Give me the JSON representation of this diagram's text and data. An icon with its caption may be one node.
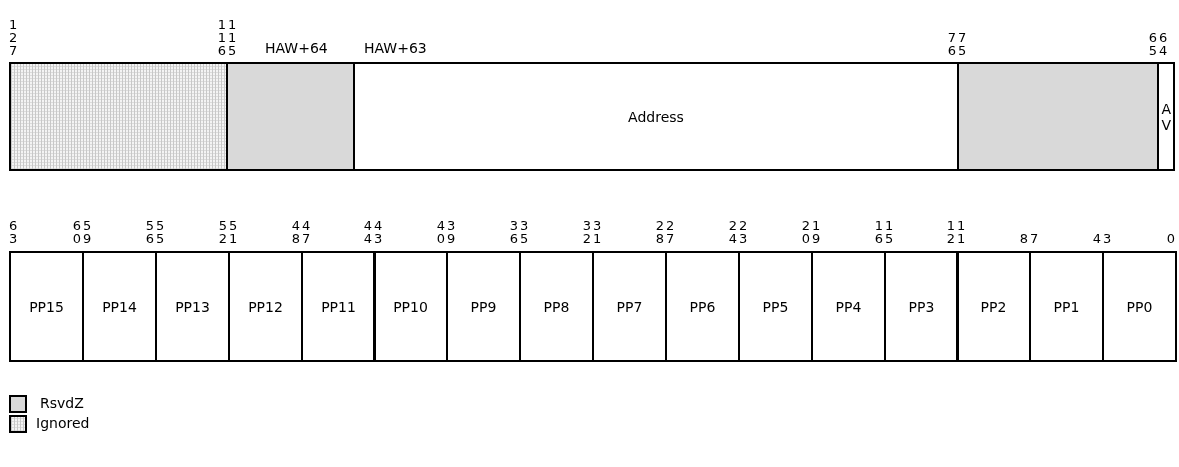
{
  "diagram": {
    "nodes": [
      {
        "text": [],
        "shape": "box"
      },
      {
        "text": [],
        "shape": "box"
      },
      {
        "text": [
          "Address"
        ]
      },
      {
        "text": [],
        "shape": "box"
      },
      {
        "text": [
          "AV"
        ]
      },
      {
        "text": [
          "PP15"
        ]
      },
      {
        "text": [
          "PP14"
        ]
      },
      {
        "text": [
          "PP13"
        ]
      },
      {
        "text": [
          "PP12"
        ]
      },
      {
        "text": [
          "PP11"
        ]
      },
      {
        "text": [
          "PP10"
        ]
      },
      {
        "text": [
          "PP9"
        ]
      },
      {
        "text": [
          "PP8"
        ]
      },
      {
        "text": [
          "PP7"
        ]
      },
      {
        "text": [
          "PP6"
        ]
      },
      {
        "text": [
          "PP5"
        ]
      },
      {
        "text": [
          "PP4"
        ]
      },
      {
        "text": [
          "PP3"
        ]
      },
      {
        "text": [
          "PP2"
        ]
      },
      {
        "text": [
          "PP1"
        ]
      },
      {
        "text": [
          "PP0"
        ]
      }
    ],
    "labels": [
      "127",
      "116",
      "115",
      "HAW+64",
      "HAW+63",
      "76",
      "75",
      "65",
      "64",
      "63",
      "60",
      "59",
      "56",
      "55",
      "52",
      "51",
      "48",
      "47",
      "44",
      "43",
      "40",
      "39",
      "36",
      "35",
      "32",
      "31",
      "28",
      "27",
      "24",
      "23",
      "20",
      "19",
      "16",
      "15",
      "12",
      "11",
      "8",
      "7",
      "4",
      "3",
      "0"
    ],
    "legend": [
      {
        "text": "RsvdZ",
        "color": "#d9d9d9"
      },
      {
        "text": "Ignored"
      }
    ]
  }
}
